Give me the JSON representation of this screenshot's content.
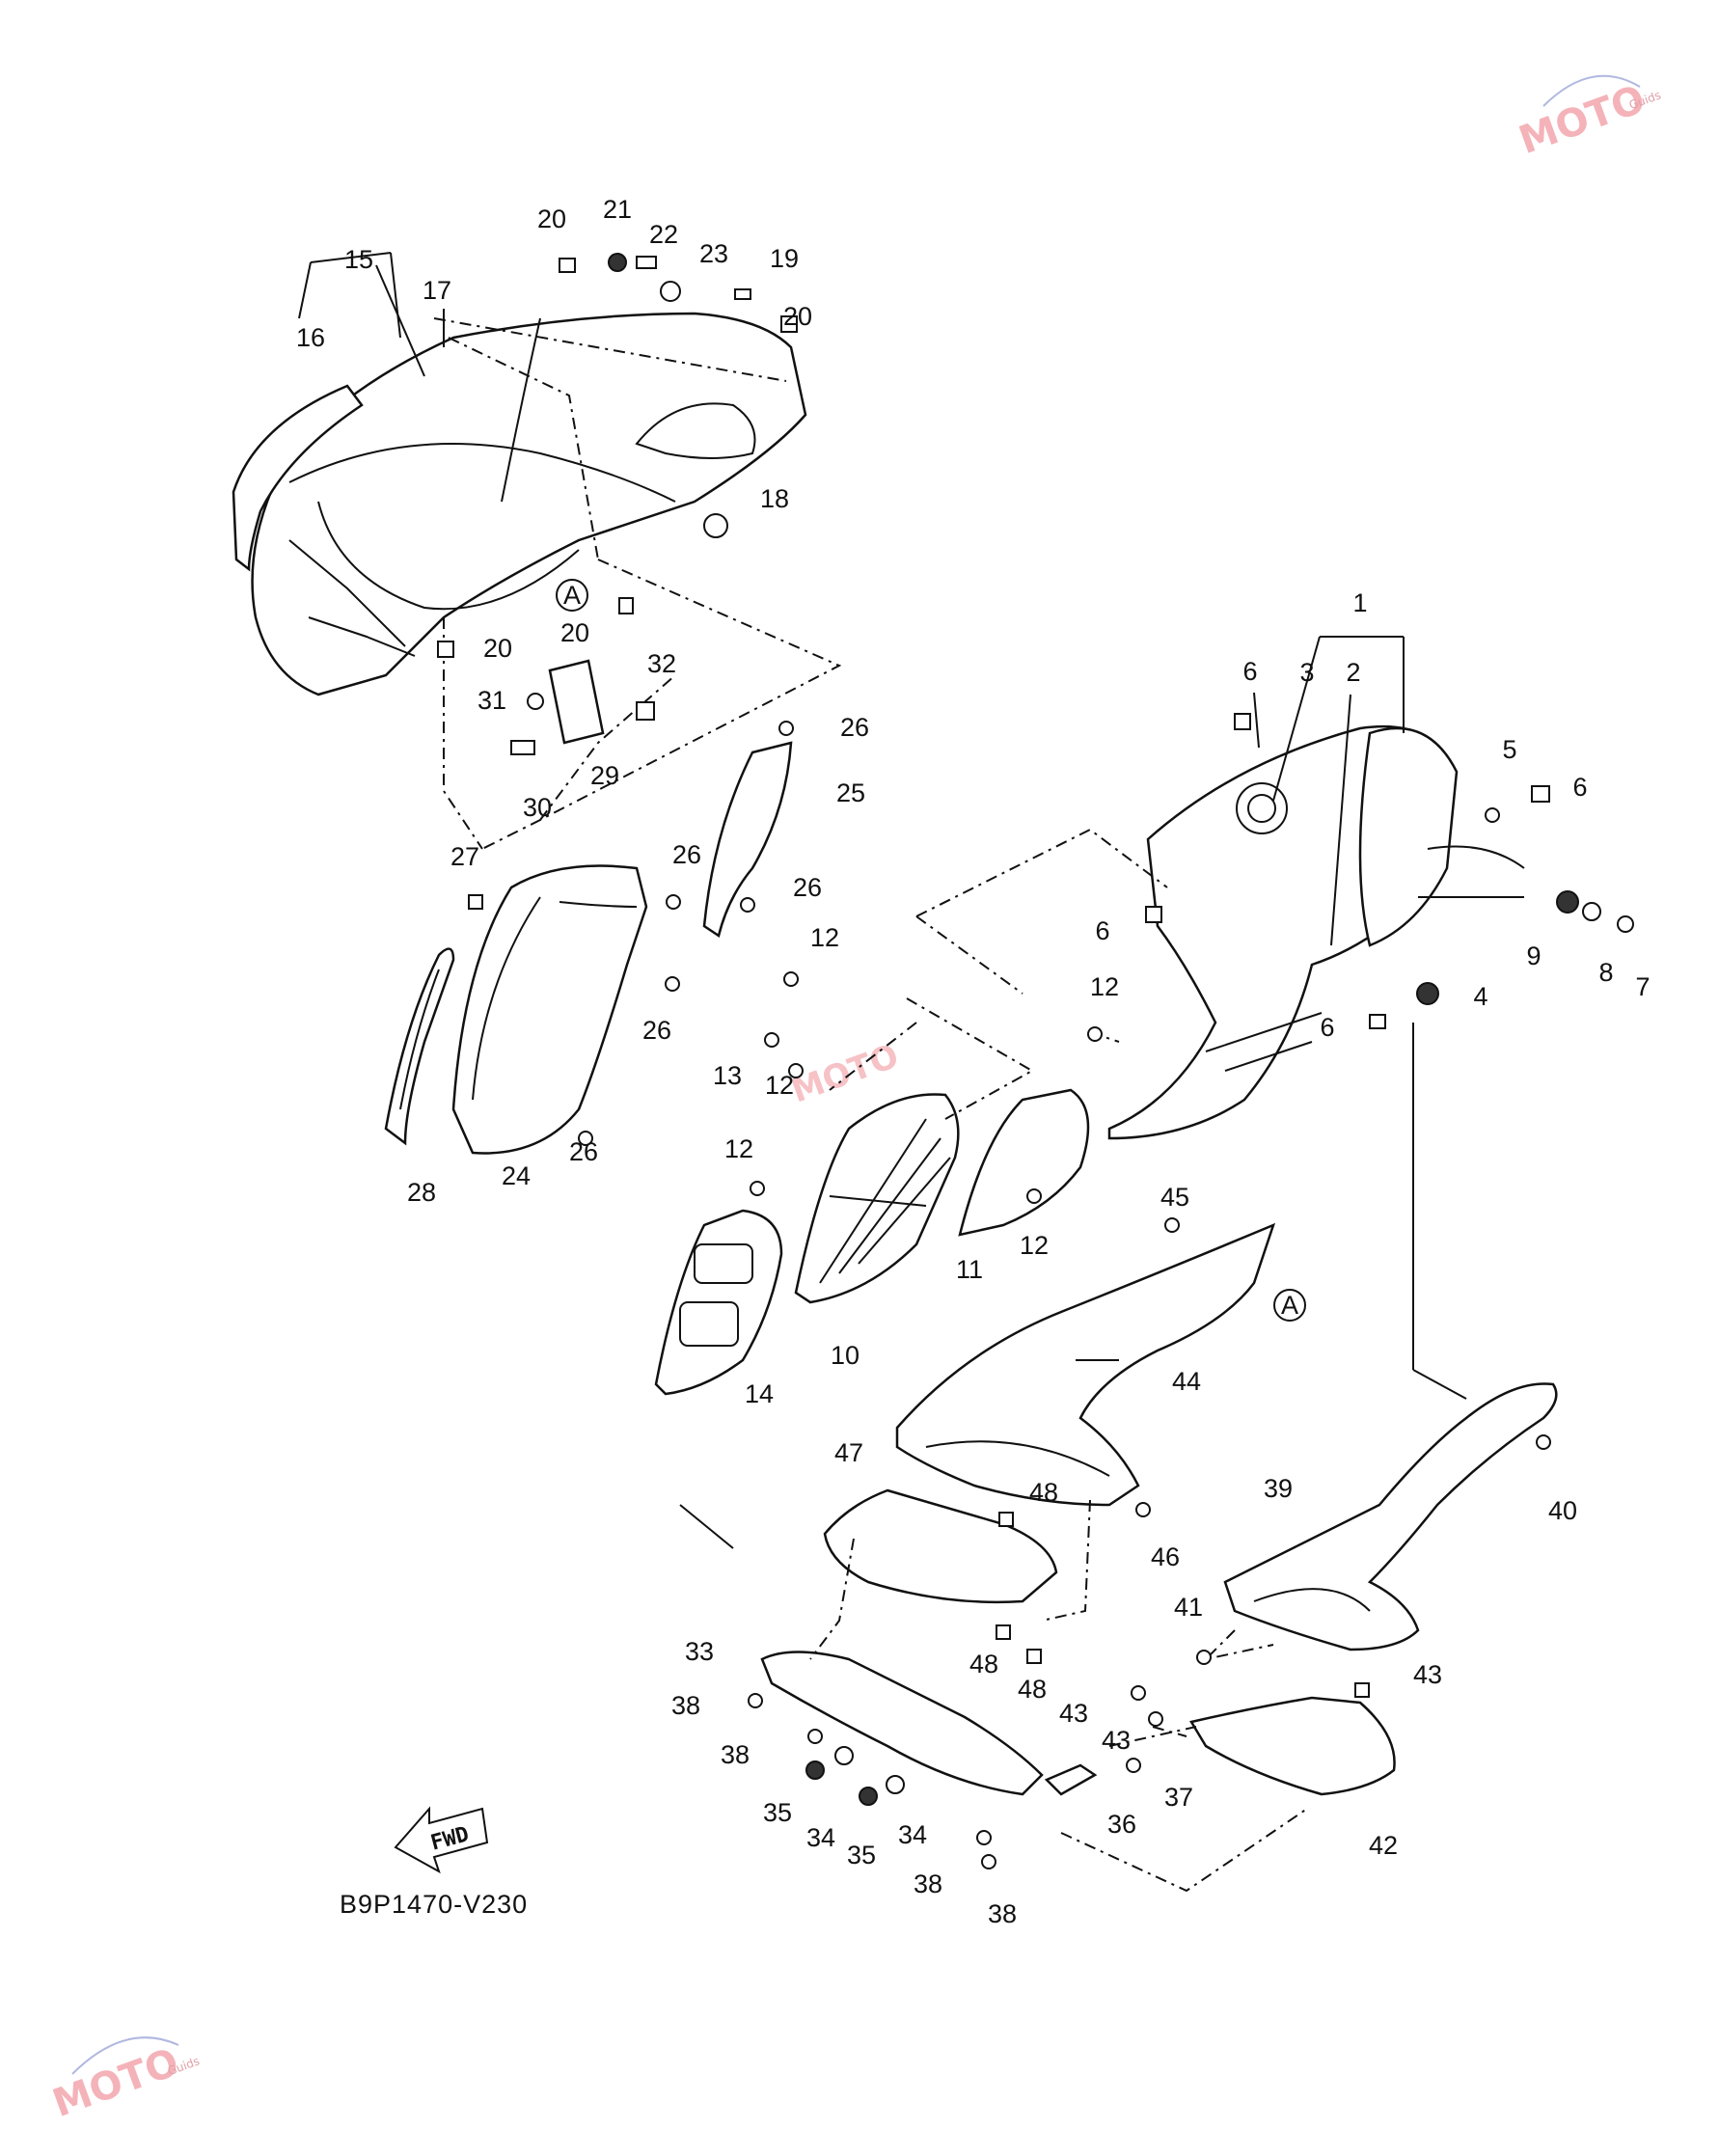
{
  "callouts": {
    "c1": "1",
    "c2": "2",
    "c3": "3",
    "c4": "4",
    "c5": "5",
    "c6a": "6",
    "c6b": "6",
    "c6c": "6",
    "c6d": "6",
    "c7": "7",
    "c8": "8",
    "c9": "9",
    "c10": "10",
    "c11": "11",
    "c12a": "12",
    "c12b": "12",
    "c12c": "12",
    "c12d": "12",
    "c12e": "12",
    "c13": "13",
    "c14": "14",
    "c15": "15",
    "c16": "16",
    "c17": "17",
    "c18": "18",
    "c19": "19",
    "c20a": "20",
    "c20b": "20",
    "c20c": "20",
    "c20d": "20",
    "c21": "21",
    "c22": "22",
    "c23": "23",
    "c24": "24",
    "c25": "25",
    "c26a": "26",
    "c26b": "26",
    "c26c": "26",
    "c26d": "26",
    "c26e": "26",
    "c27": "27",
    "c28": "28",
    "c29": "29",
    "c30": "30",
    "c31": "31",
    "c32": "32",
    "c33": "33",
    "c34a": "34",
    "c34b": "34",
    "c35a": "35",
    "c35b": "35",
    "c36": "36",
    "c37": "37",
    "c38a": "38",
    "c38b": "38",
    "c38c": "38",
    "c38d": "38",
    "c39": "39",
    "c40": "40",
    "c41": "41",
    "c42": "42",
    "c43a": "43",
    "c43b": "43",
    "c43c": "43",
    "c44": "44",
    "c45": "45",
    "c46": "46",
    "c47": "47",
    "c48a": "48",
    "c48b": "48",
    "c48c": "48"
  },
  "refs": {
    "refA1": "A",
    "refA2": "A"
  },
  "fwd_label": "FWD",
  "diagram_code": "B9P1470-V230",
  "watermark": {
    "brand": "MOTO",
    "sub": "Guids"
  },
  "colors": {
    "line": "#111111",
    "watermark": "#f4b3b9"
  }
}
